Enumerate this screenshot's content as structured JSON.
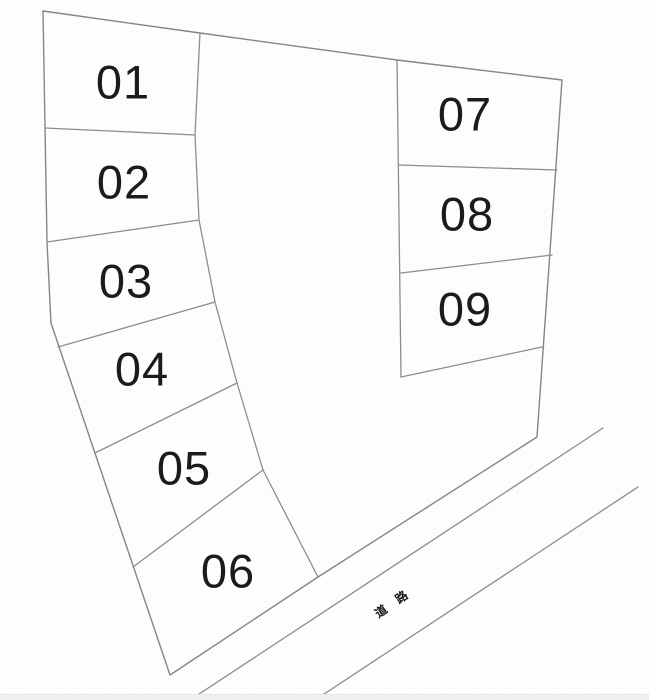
{
  "colors": {
    "background": "#fdfdfd",
    "line": "#8d8d8d",
    "text": "#1b1b1b",
    "footer_strip": "#f0f0f0"
  },
  "diagram": {
    "plots": [
      {
        "label": "01"
      },
      {
        "label": "02"
      },
      {
        "label": "03"
      },
      {
        "label": "04"
      },
      {
        "label": "05"
      },
      {
        "label": "06"
      },
      {
        "label": "07"
      },
      {
        "label": "08"
      },
      {
        "label": "09"
      }
    ],
    "road": {
      "label": "道路"
    }
  }
}
